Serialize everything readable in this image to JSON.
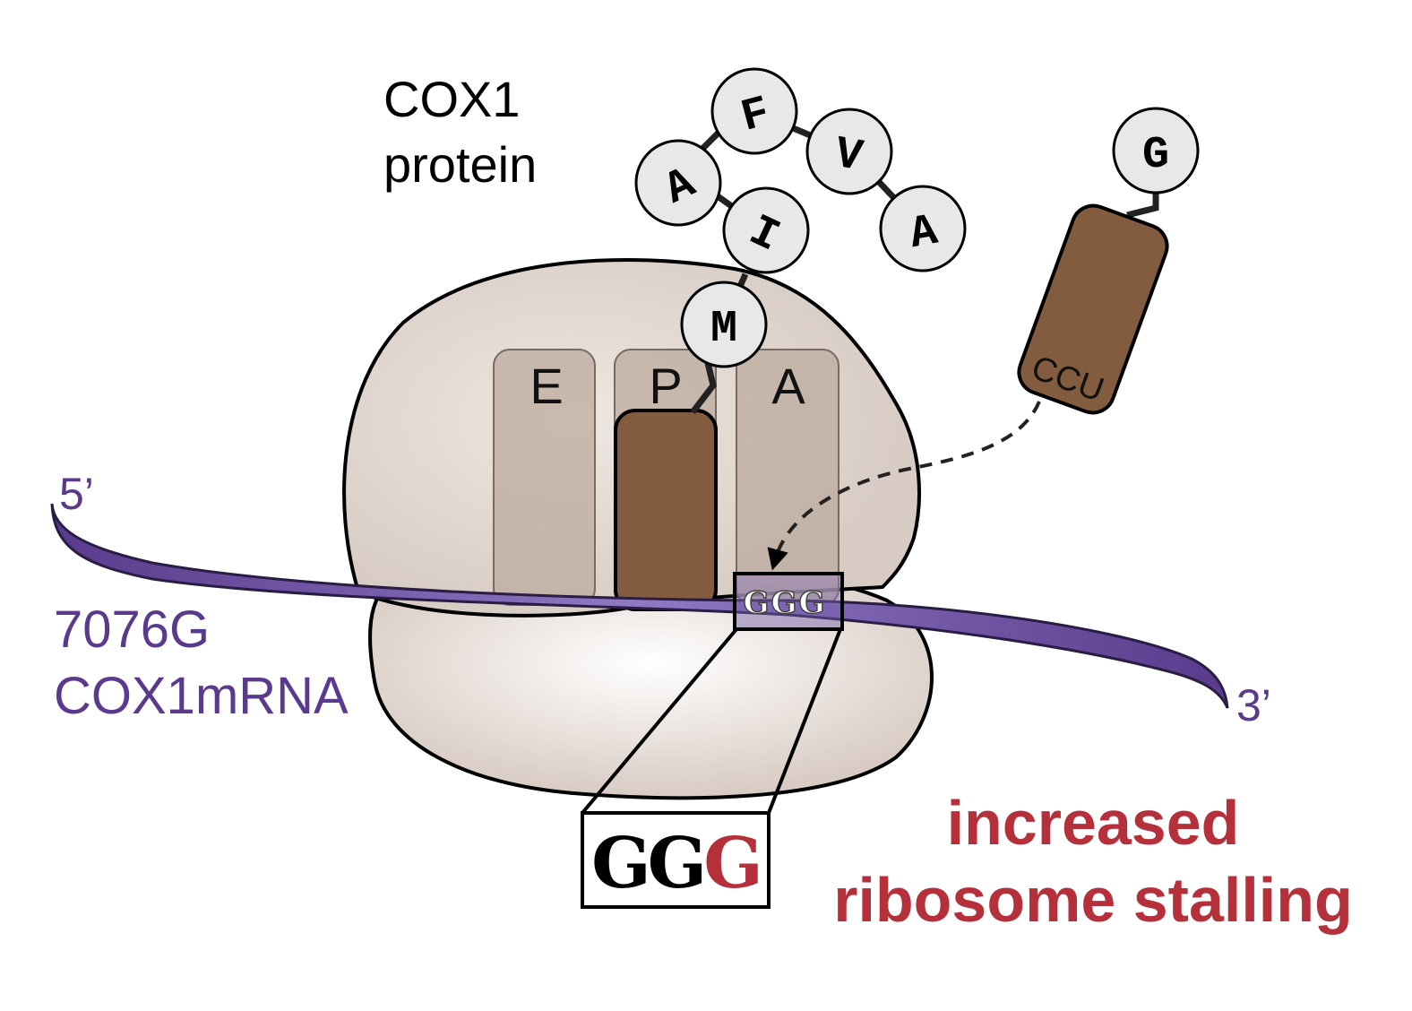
{
  "protein_label": {
    "line1": "COX1",
    "line2": "protein"
  },
  "amino_acids": {
    "peptide": [
      "M",
      "I",
      "A",
      "F",
      "V",
      "A"
    ],
    "incoming": "G"
  },
  "sites": {
    "e": "E",
    "p": "P",
    "a": "A"
  },
  "anticodon": "CCU",
  "mrna": {
    "five_prime": "5’",
    "three_prime": "3’",
    "name_line1": "7076G",
    "name_line2": "COX1mRNA",
    "codon": "GGG"
  },
  "zoom_codon": {
    "part1": "GG",
    "part2": "G"
  },
  "stalling": {
    "line1": "increased",
    "line2": "ribosome stalling"
  },
  "colors": {
    "mrna": "#5b3a8e",
    "trna": "#835c40",
    "ribosome": "#d7cbc3",
    "site": "#bcaa9d",
    "highlight": "#b5303a"
  }
}
